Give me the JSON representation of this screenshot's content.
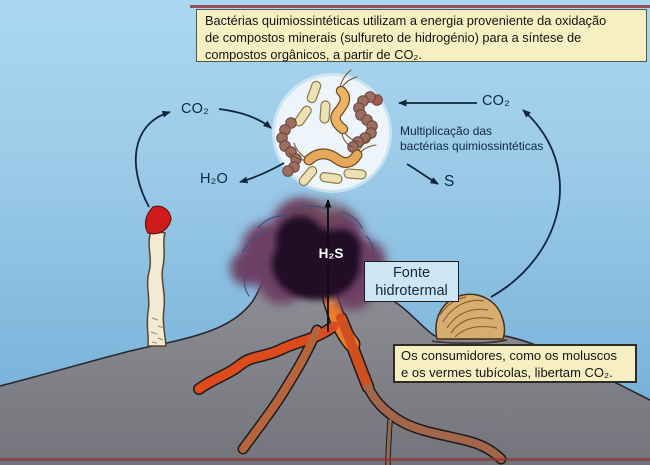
{
  "figure": {
    "title_box": {
      "line1": "Bactérias quimiossintéticas utilizam a energia proveniente da oxidação",
      "line2": "de compostos minerais (sulfureto de hidrogénio) para a síntese de",
      "line3": "compostos orgânicos, a partir de CO₂."
    },
    "labels": {
      "co2_left": "CO₂",
      "co2_right": "CO₂",
      "h2o": "H₂O",
      "s": "S",
      "h2s": "H₂S",
      "multiplication_line1": "Multiplicação das",
      "multiplication_line2": "bactérias quimiossintéticas"
    },
    "fonte_box": {
      "line1": "Fonte",
      "line2": "hidrotermal"
    },
    "consumers_box": {
      "line1": "Os consumidores, como os moluscos",
      "line2": "e os vermes tubícolas, libertam CO₂."
    },
    "scene_elements": [
      "bacteria-circle",
      "tube-worm",
      "mollusc-shell",
      "hydrothermal-plume",
      "lava-veins",
      "seafloor"
    ],
    "colors": {
      "sea_top": "#abd8f0",
      "sea_bottom": "#6fabd6",
      "panel_cream": "#f6efc2",
      "fonte_blue": "#cde6f3",
      "rock_gray": "#8a8a90",
      "lava_orange": "#e2511f",
      "plume_purple": "#241026",
      "arrow_navy": "#10263c",
      "worm_red": "#cf1b1b",
      "shell_tan": "#d8ad72",
      "frame_red": "#8e3232"
    }
  }
}
